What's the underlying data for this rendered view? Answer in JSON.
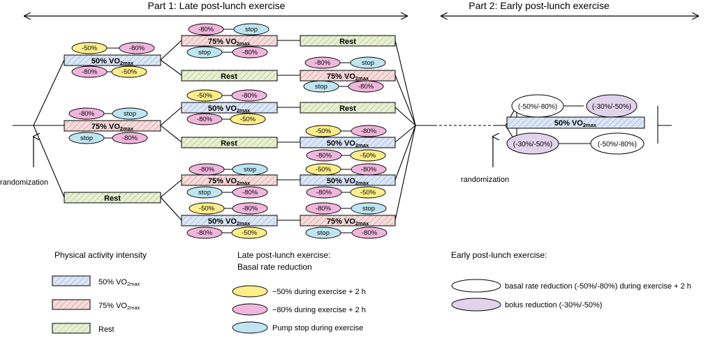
{
  "part1_title": "Part 1: Late post-lunch exercise",
  "part2_title": "Part 2: Early post-lunch exercise",
  "randomization": "randomization",
  "box_labels": {
    "v50": "50% VO",
    "v75": "75% VO",
    "sub": "2max",
    "rest": "Rest"
  },
  "oval_labels": {
    "m50": "-50%",
    "m80": "-80%",
    "stop": "stop"
  },
  "part2_ovals": {
    "basal_a": "(-50%/-80%)",
    "bolus_a": "(-30%/-50%)",
    "bolus_b": "(-30%/-50%)",
    "basal_b": "(-50%/-80%)"
  },
  "legend": {
    "intensity_title": "Physical activity intensity",
    "intensity_50": "50% VO",
    "intensity_75": "75% VO",
    "intensity_sub": "2max",
    "intensity_rest": "Rest",
    "late_title_1": "Late post-lunch exercise:",
    "late_title_2": "Basal rate reduction",
    "late_50": "−50% during exercise + 2 h",
    "late_80": "−80% during exercise + 2 h",
    "late_stop": "Pump stop during exercise",
    "early_title": "Early post-lunch exercise:",
    "early_basal": "basal rate reduction (-50%/-80%) during exercise + 2 h",
    "early_bolus": "bolus reduction (-30%/-50%)"
  },
  "colors": {
    "blue_fill": "#dce6f4",
    "blue_hatch": "#8fb0dc",
    "pink_fill": "#f4dcdc",
    "pink_hatch": "#d88a8a",
    "green_fill": "#e8efd3",
    "green_hatch": "#a9c073",
    "oval_yellow": "#ffee88",
    "oval_pink": "#f0b6dc",
    "oval_blue": "#bfe5f2",
    "oval_lilac": "#e2d3ec"
  }
}
